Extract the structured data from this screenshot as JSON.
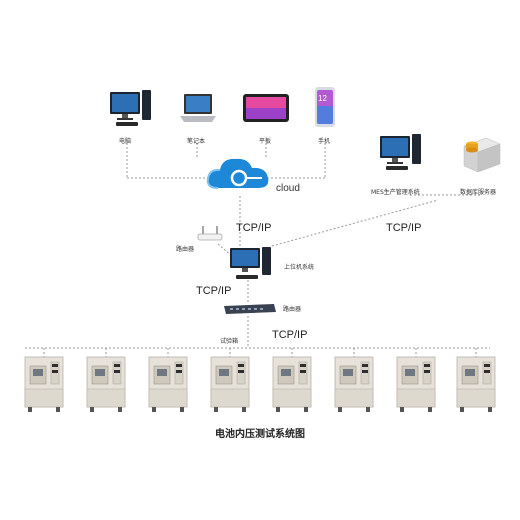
{
  "devices": {
    "desktop_label": "电脑",
    "laptop_label": "笔记本",
    "tablet_label": "平板",
    "phone_label": "手机",
    "phone_screen": "12",
    "mes_label": "MES生产管理系统",
    "db_label": "数据库服务器"
  },
  "cloud": {
    "label": "cloud"
  },
  "network": {
    "router_top_label": "路由器",
    "host_label": "上位机系统",
    "router_mid_label": "路由器",
    "chamber_label": "试验箱",
    "tcpip_1": "TCP/IP",
    "tcpip_2": "TCP/IP",
    "tcpip_3": "TCP/IP",
    "tcpip_4": "TCP/IP"
  },
  "chambers_count_shown": 8,
  "diagram_title": "电池内压测试系统图",
  "colors": {
    "cloud_blue": "#1e88d8",
    "line_gray": "#9a9a9a",
    "chamber_body": "#e6e2da",
    "switch_dark": "#3a4150"
  }
}
